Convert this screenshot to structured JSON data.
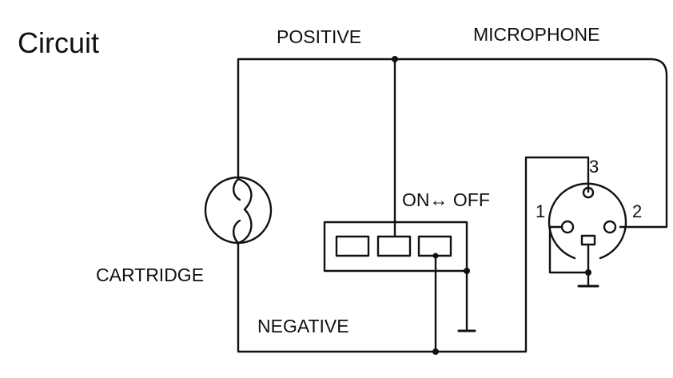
{
  "title": "Circuit",
  "labels": {
    "positive": "POSITIVE",
    "microphone": "MICROPHONE",
    "on_off": "ON↔ OFF",
    "cartridge": "CARTRIDGE",
    "negative": "NEGATIVE"
  },
  "connector_pins": {
    "pin1": "1",
    "pin2": "2",
    "pin3": "3"
  },
  "colors": {
    "ink": "#111111",
    "background": "#ffffff"
  }
}
